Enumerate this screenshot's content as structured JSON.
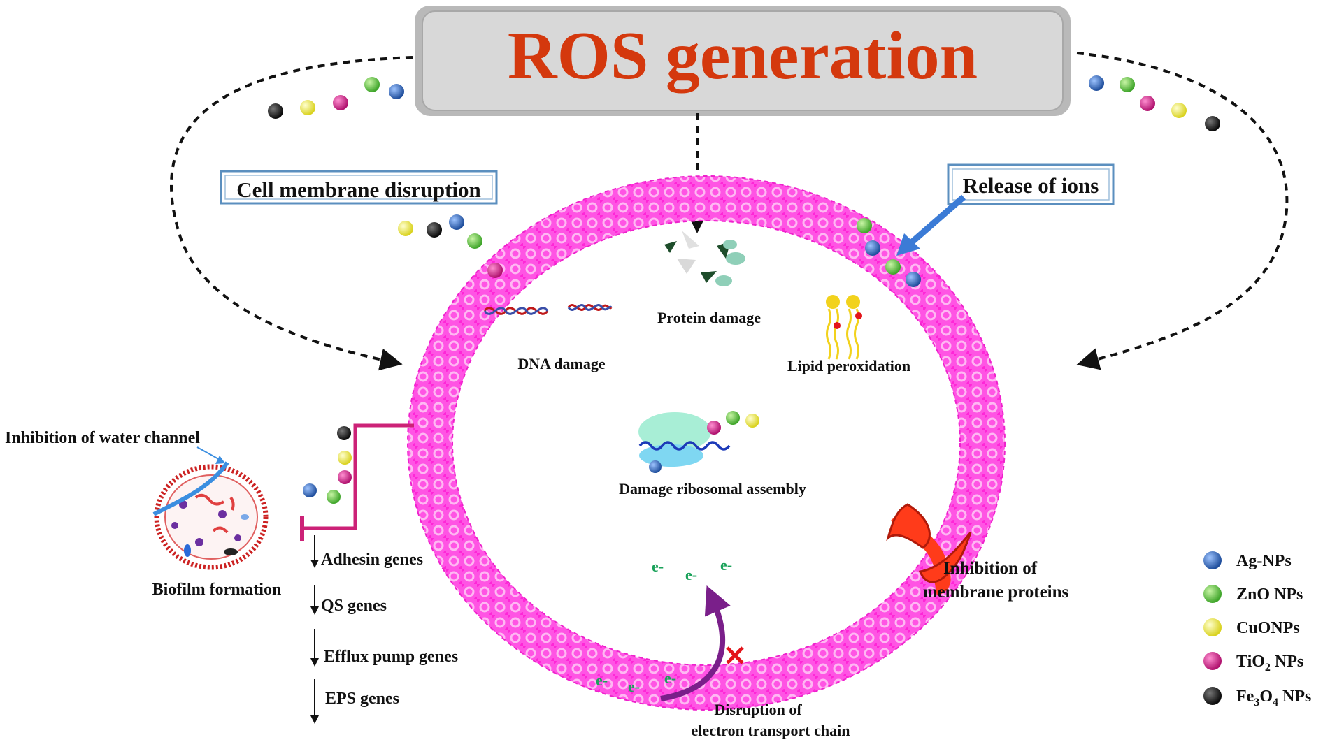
{
  "title": "ROS generation",
  "labels": {
    "cell_membrane": "Cell membrane disruption",
    "release_ions": "Release of ions",
    "protein_damage": "Protein damage",
    "dna_damage": "DNA damage",
    "lipid_peroxidation": "Lipid peroxidation",
    "ribosomal": "Damage ribosomal assembly",
    "water_channel": "Inhibition of water channel",
    "biofilm": "Biofilm formation",
    "membrane_proteins_1": "Inhibition of",
    "membrane_proteins_2": "membrane proteins",
    "etc_1": "Disruption of",
    "etc_2": "electron transport chain",
    "electron": "e-"
  },
  "genes": [
    "Adhesin genes",
    "QS genes",
    "Efflux pump genes",
    "EPS genes"
  ],
  "legend": [
    {
      "label": "Ag-NPs",
      "color": "#1f4e9c"
    },
    {
      "label": "ZnO NPs",
      "color": "#3fa52a"
    },
    {
      "label": "CuONPs",
      "color": "#e6e22a"
    },
    {
      "label": "TiO",
      "sub": "2",
      "post": " NPs",
      "color": "#c0187a"
    },
    {
      "label": "Fe",
      "sub": "3",
      "mid": "O",
      "sub2": "4",
      "post": " NPs",
      "color": "#111111"
    }
  ],
  "colors": {
    "title": "#d4380d",
    "membrane": "#ff33dd",
    "legend_ag": "#1f4e9c",
    "legend_zno": "#3fa52a",
    "legend_cuo": "#e6e22a",
    "legend_tio2": "#c0187a",
    "legend_fe3o4": "#111111",
    "electron": "#1aa25a",
    "biofilm_border": "#cc2222",
    "inhibit_line": "#cc2277",
    "arrow_purple": "#7a1f8a",
    "ion_arrow": "#3b7bd6"
  }
}
